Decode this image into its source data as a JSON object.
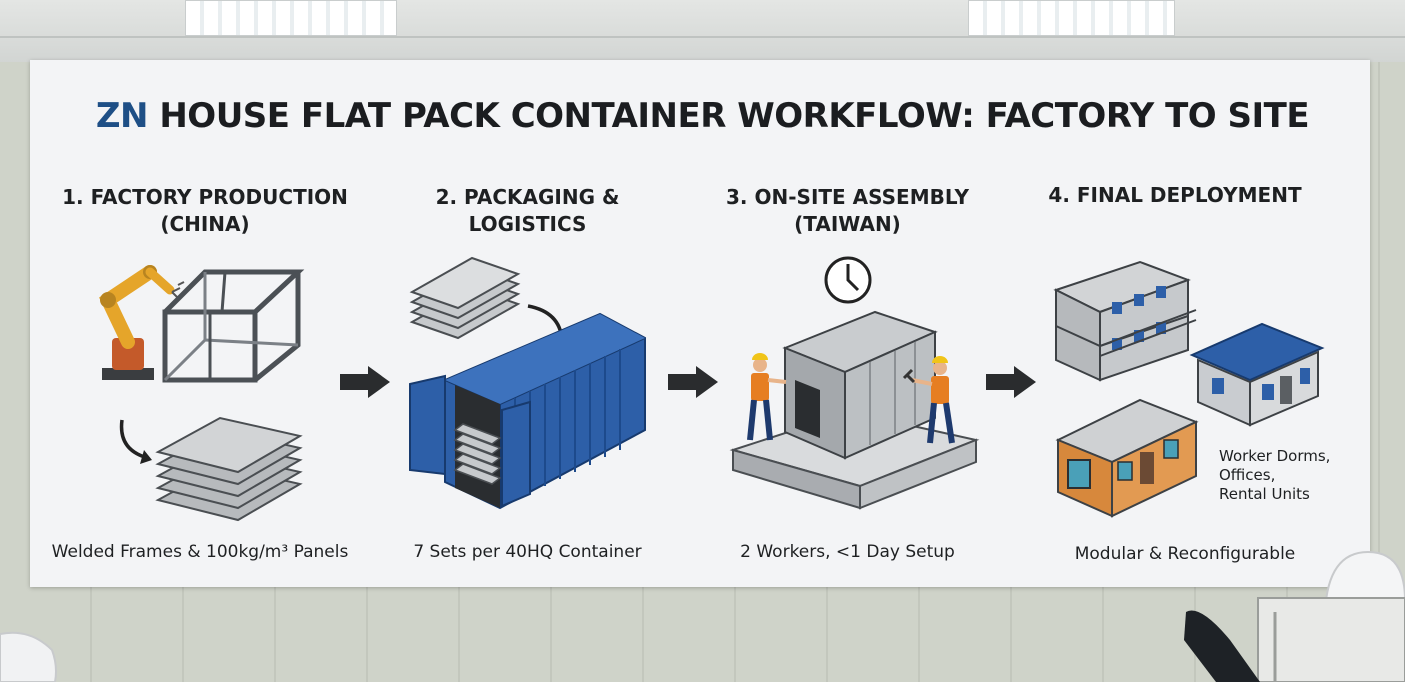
{
  "title": {
    "brand": "ZN",
    "rest": "HOUSE FLAT PACK CONTAINER WORKFLOW: FACTORY TO SITE"
  },
  "steps": [
    {
      "heading": "1. FACTORY PRODUCTION\n(CHINA)",
      "caption": "Welded Frames & 100kg/m³ Panels"
    },
    {
      "heading": "2. PACKAGING & LOGISTICS",
      "caption": "7 Sets per 40HQ Container"
    },
    {
      "heading": "3. ON-SITE ASSEMBLY\n(TAIWAN)",
      "caption": "2 Workers, <1 Day Setup"
    },
    {
      "heading": "4. FINAL DEPLOYMENT",
      "caption": "Modular & Reconfigurable"
    }
  ],
  "deployment_note": "Worker Dorms,\nOffices,\nRental Units",
  "colors": {
    "brand_blue": "#1e4f86",
    "container_blue": "#2d5fa8",
    "robot_yellow": "#e5a52a",
    "cabin_orange": "#d7883c"
  }
}
